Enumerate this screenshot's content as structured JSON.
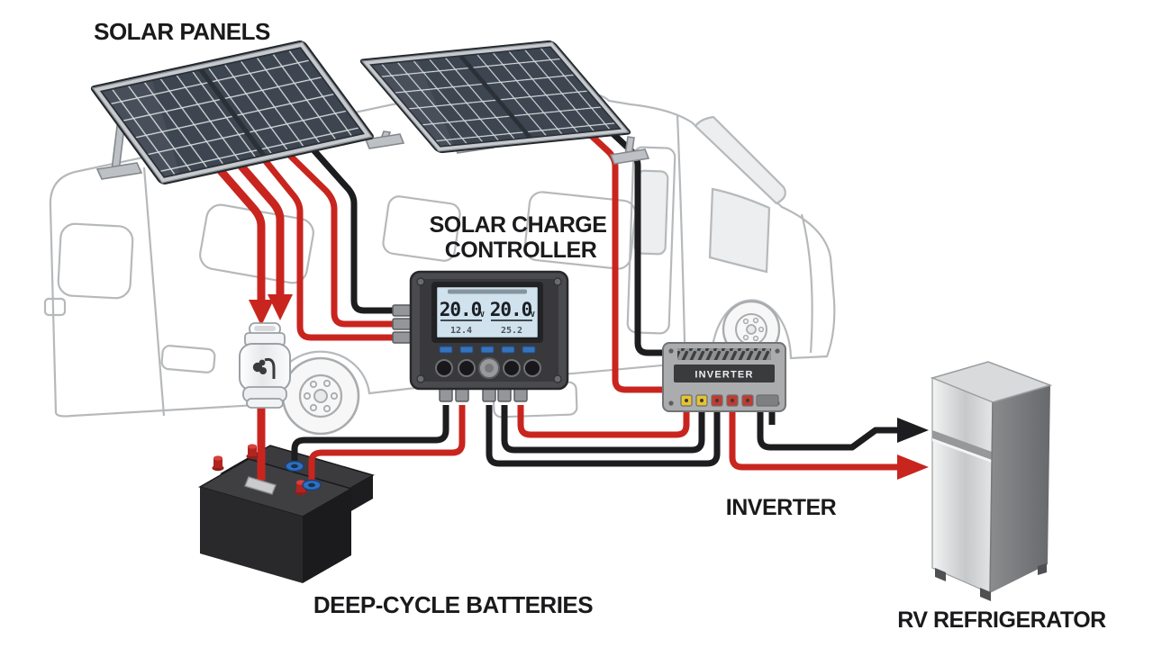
{
  "labels": {
    "solar_panels": "SOLAR PANELS",
    "charge_controller_line1": "SOLAR CHARGE",
    "charge_controller_line2": "CONTROLLER",
    "batteries": "DEEP-CYCLE BATTERIES",
    "inverter": "INVERTER",
    "refrigerator": "RV REFRIGERATOR"
  },
  "inverter_device": {
    "panel_text": "INVERTER"
  },
  "charge_controller_display": {
    "left_value": "20.0",
    "left_unit": "V",
    "left_sub": "12.4",
    "right_value": "20.0",
    "right_unit": "V",
    "right_sub": "25.2"
  },
  "colors": {
    "positive-wire": "#c9251f",
    "negative-wire": "#1d1d1f",
    "rv-line": "#b6b9bb",
    "rv-fill": "#f3f3f3",
    "panel-cell": "#3d4550",
    "panel-frame": "#c6cacf",
    "lcd": "#cfe2ee",
    "inverter-band": "#3a3b3d",
    "label-ink": "#1a1a1c"
  }
}
